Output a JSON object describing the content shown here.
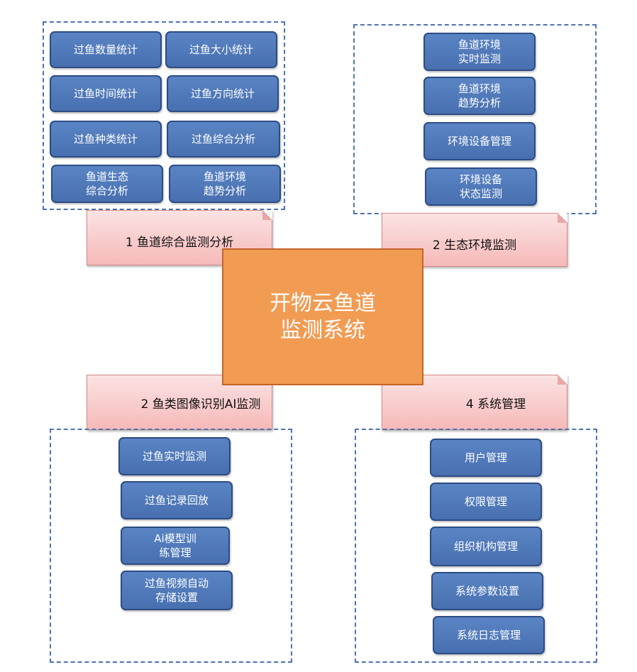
{
  "sections": {
    "fishway": {
      "title": "1 鱼道综合监测分析",
      "items": [
        "过鱼数量统计",
        "过鱼大小统计",
        "过鱼时间统计",
        "过鱼方向统计",
        "过鱼种类统计",
        "过鱼综合分析",
        "鱼道生态\n综合分析",
        "鱼道环境\n趋势分析"
      ]
    },
    "ecology": {
      "title": "2 生态环境监测",
      "items": [
        "鱼道环境\n实时监测",
        "鱼道环境\n趋势分析",
        "环境设备管理",
        "环境设备\n状态监测"
      ]
    },
    "ai": {
      "title": "2 鱼类图像识别AI监测",
      "items": [
        "过鱼实时监测",
        "过鱼记录回放",
        "Ai模型训\n练管理",
        "过鱼视频自动\n存储设置"
      ]
    },
    "system": {
      "title": "4 系统管理",
      "items": [
        "用户管理",
        "权限管理",
        "组织机构管理",
        "系统参数设置",
        "系统日志管理"
      ]
    }
  },
  "center": {
    "line1": "开物云鱼道",
    "line2": "监测系统"
  }
}
